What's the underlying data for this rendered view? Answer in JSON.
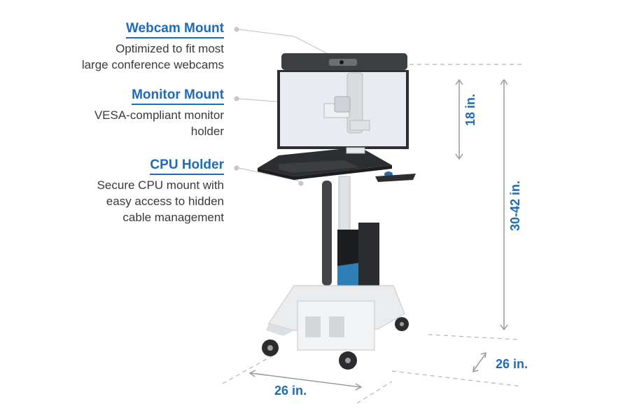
{
  "callouts": [
    {
      "title": "Webcam Mount",
      "lines": [
        "Optimized to fit most",
        "large conference webcams"
      ]
    },
    {
      "title": "Monitor Mount",
      "lines": [
        "VESA-compliant monitor",
        "holder"
      ]
    },
    {
      "title": "CPU Holder",
      "lines": [
        "Secure CPU mount with",
        "easy access to hidden",
        "cable management"
      ]
    }
  ],
  "dimensions": {
    "monitor_height": "18 in.",
    "desk_height": "30-42 in.",
    "depth": "26 in.",
    "width": "26 in."
  },
  "colors": {
    "accent": "#1e6bb8",
    "text": "#3a3a3a",
    "guide": "#b5b5b5"
  }
}
